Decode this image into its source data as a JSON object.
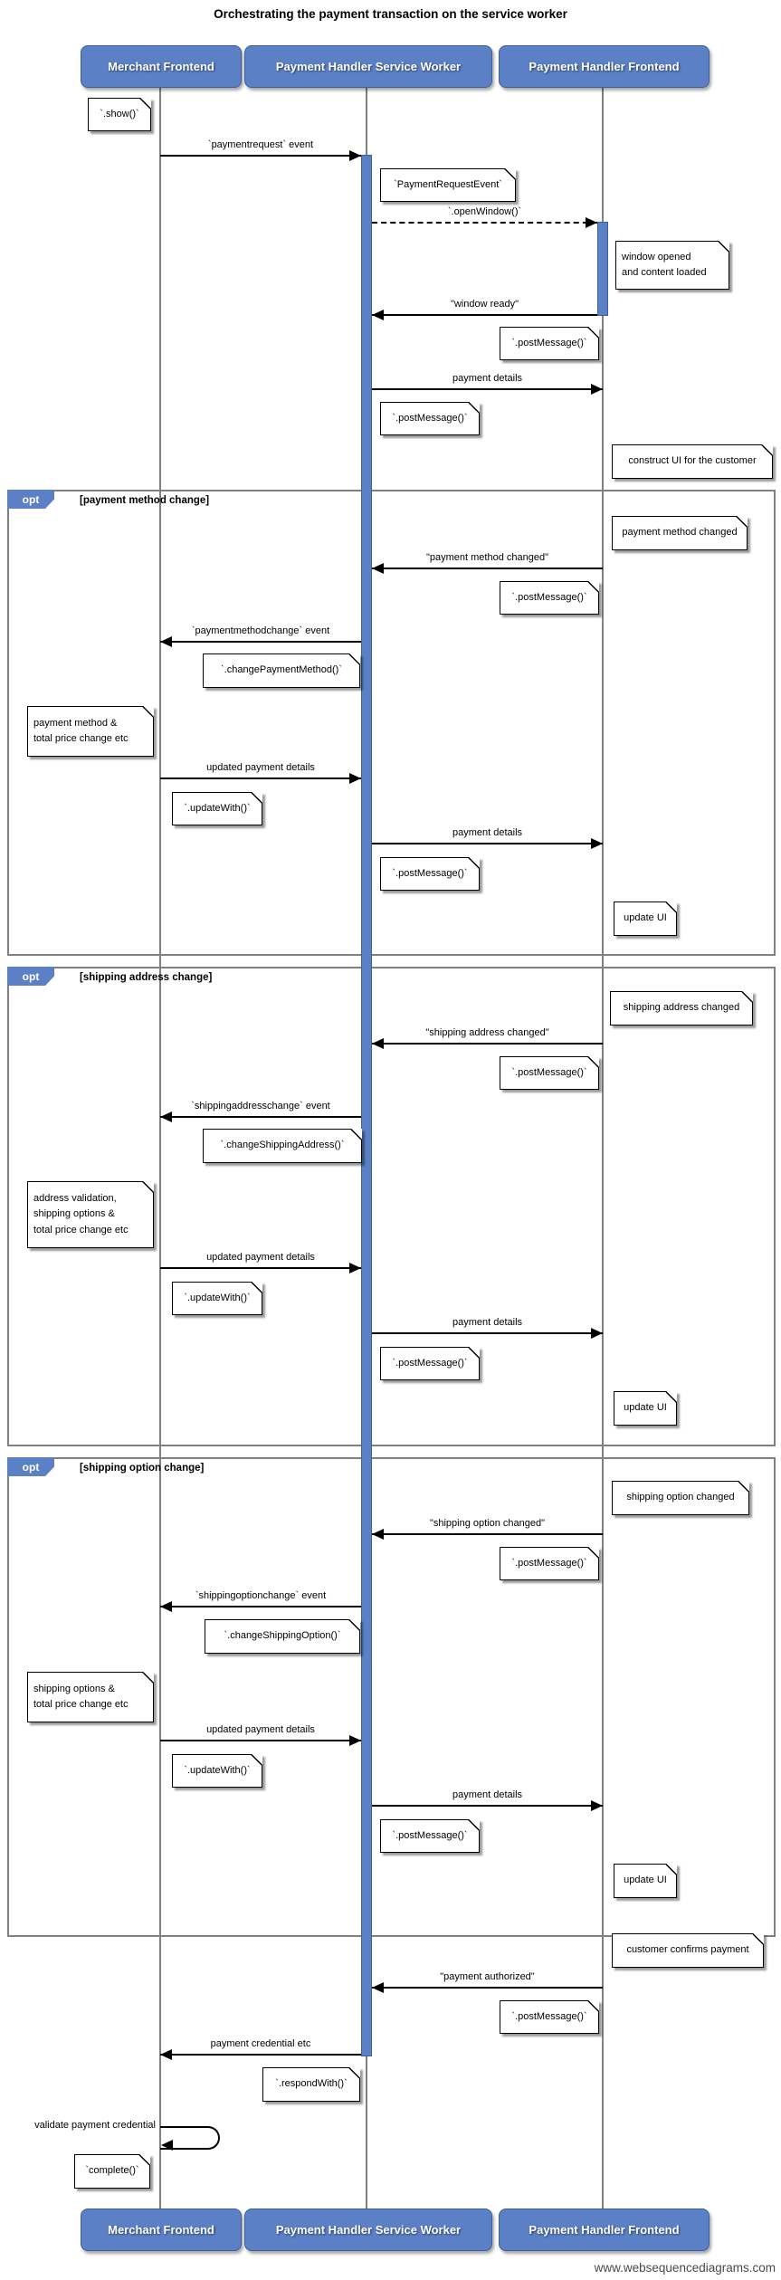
{
  "title": "Orchestrating the payment transaction on the service worker",
  "footer": "www.websequencediagrams.com",
  "participants": {
    "merchant": "Merchant Frontend",
    "worker": "Payment Handler Service Worker",
    "frontend": "Payment Handler Frontend"
  },
  "fragments": {
    "opt1": {
      "operator": "opt",
      "guard": "[payment method change]"
    },
    "opt2": {
      "operator": "opt",
      "guard": "[shipping address change]"
    },
    "opt3": {
      "operator": "opt",
      "guard": "[shipping option change]"
    }
  },
  "messages": {
    "paymentrequest_event": "`paymentrequest` event",
    "open_window": "`.openWindow()`",
    "window_ready": "\"window ready\"",
    "payment_details": "payment details",
    "payment_method_changed": "\"payment method changed\"",
    "paymentmethodchange_event": "`paymentmethodchange` event",
    "updated_payment_details": "updated payment details",
    "shipping_address_changed": "\"shipping address changed\"",
    "shippingaddresschange_event": "`shippingaddresschange` event",
    "shipping_option_changed": "\"shipping option changed\"",
    "shippingoptionchange_event": "`shippingoptionchange` event",
    "payment_authorized": "\"payment authorized\"",
    "payment_credential": "payment credential etc",
    "validate_payment_credential": "validate payment credential"
  },
  "notes": {
    "show": "`.show()`",
    "payment_request_event": "`PaymentRequestEvent`",
    "window_opened": "window opened\nand content loaded",
    "post_message": "`.postMessage()`",
    "construct_ui": "construct UI for the customer",
    "payment_method_changed": "payment method changed",
    "change_payment_method": "`.changePaymentMethod()`",
    "payment_method_info": "payment method &\ntotal price change etc",
    "update_with": "`.updateWith()`",
    "update_ui": "update UI",
    "shipping_address_changed": "shipping address changed",
    "change_shipping_address": "`.changeShippingAddress()`",
    "address_info": "address validation,\nshipping options &\ntotal price change etc",
    "shipping_option_changed": "shipping option changed",
    "change_shipping_option": "`.changeShippingOption()`",
    "option_info": "shipping options &\ntotal price change etc",
    "customer_confirms": "customer confirms payment",
    "respond_with": "`.respondWith()`",
    "complete": "`complete()`"
  },
  "colors": {
    "participant_fill": "#5b80c6",
    "participant_border": "#3c5f9d",
    "activation_fill": "#5b80c6",
    "fragment_border": "#808080",
    "lifeline": "#808080"
  }
}
